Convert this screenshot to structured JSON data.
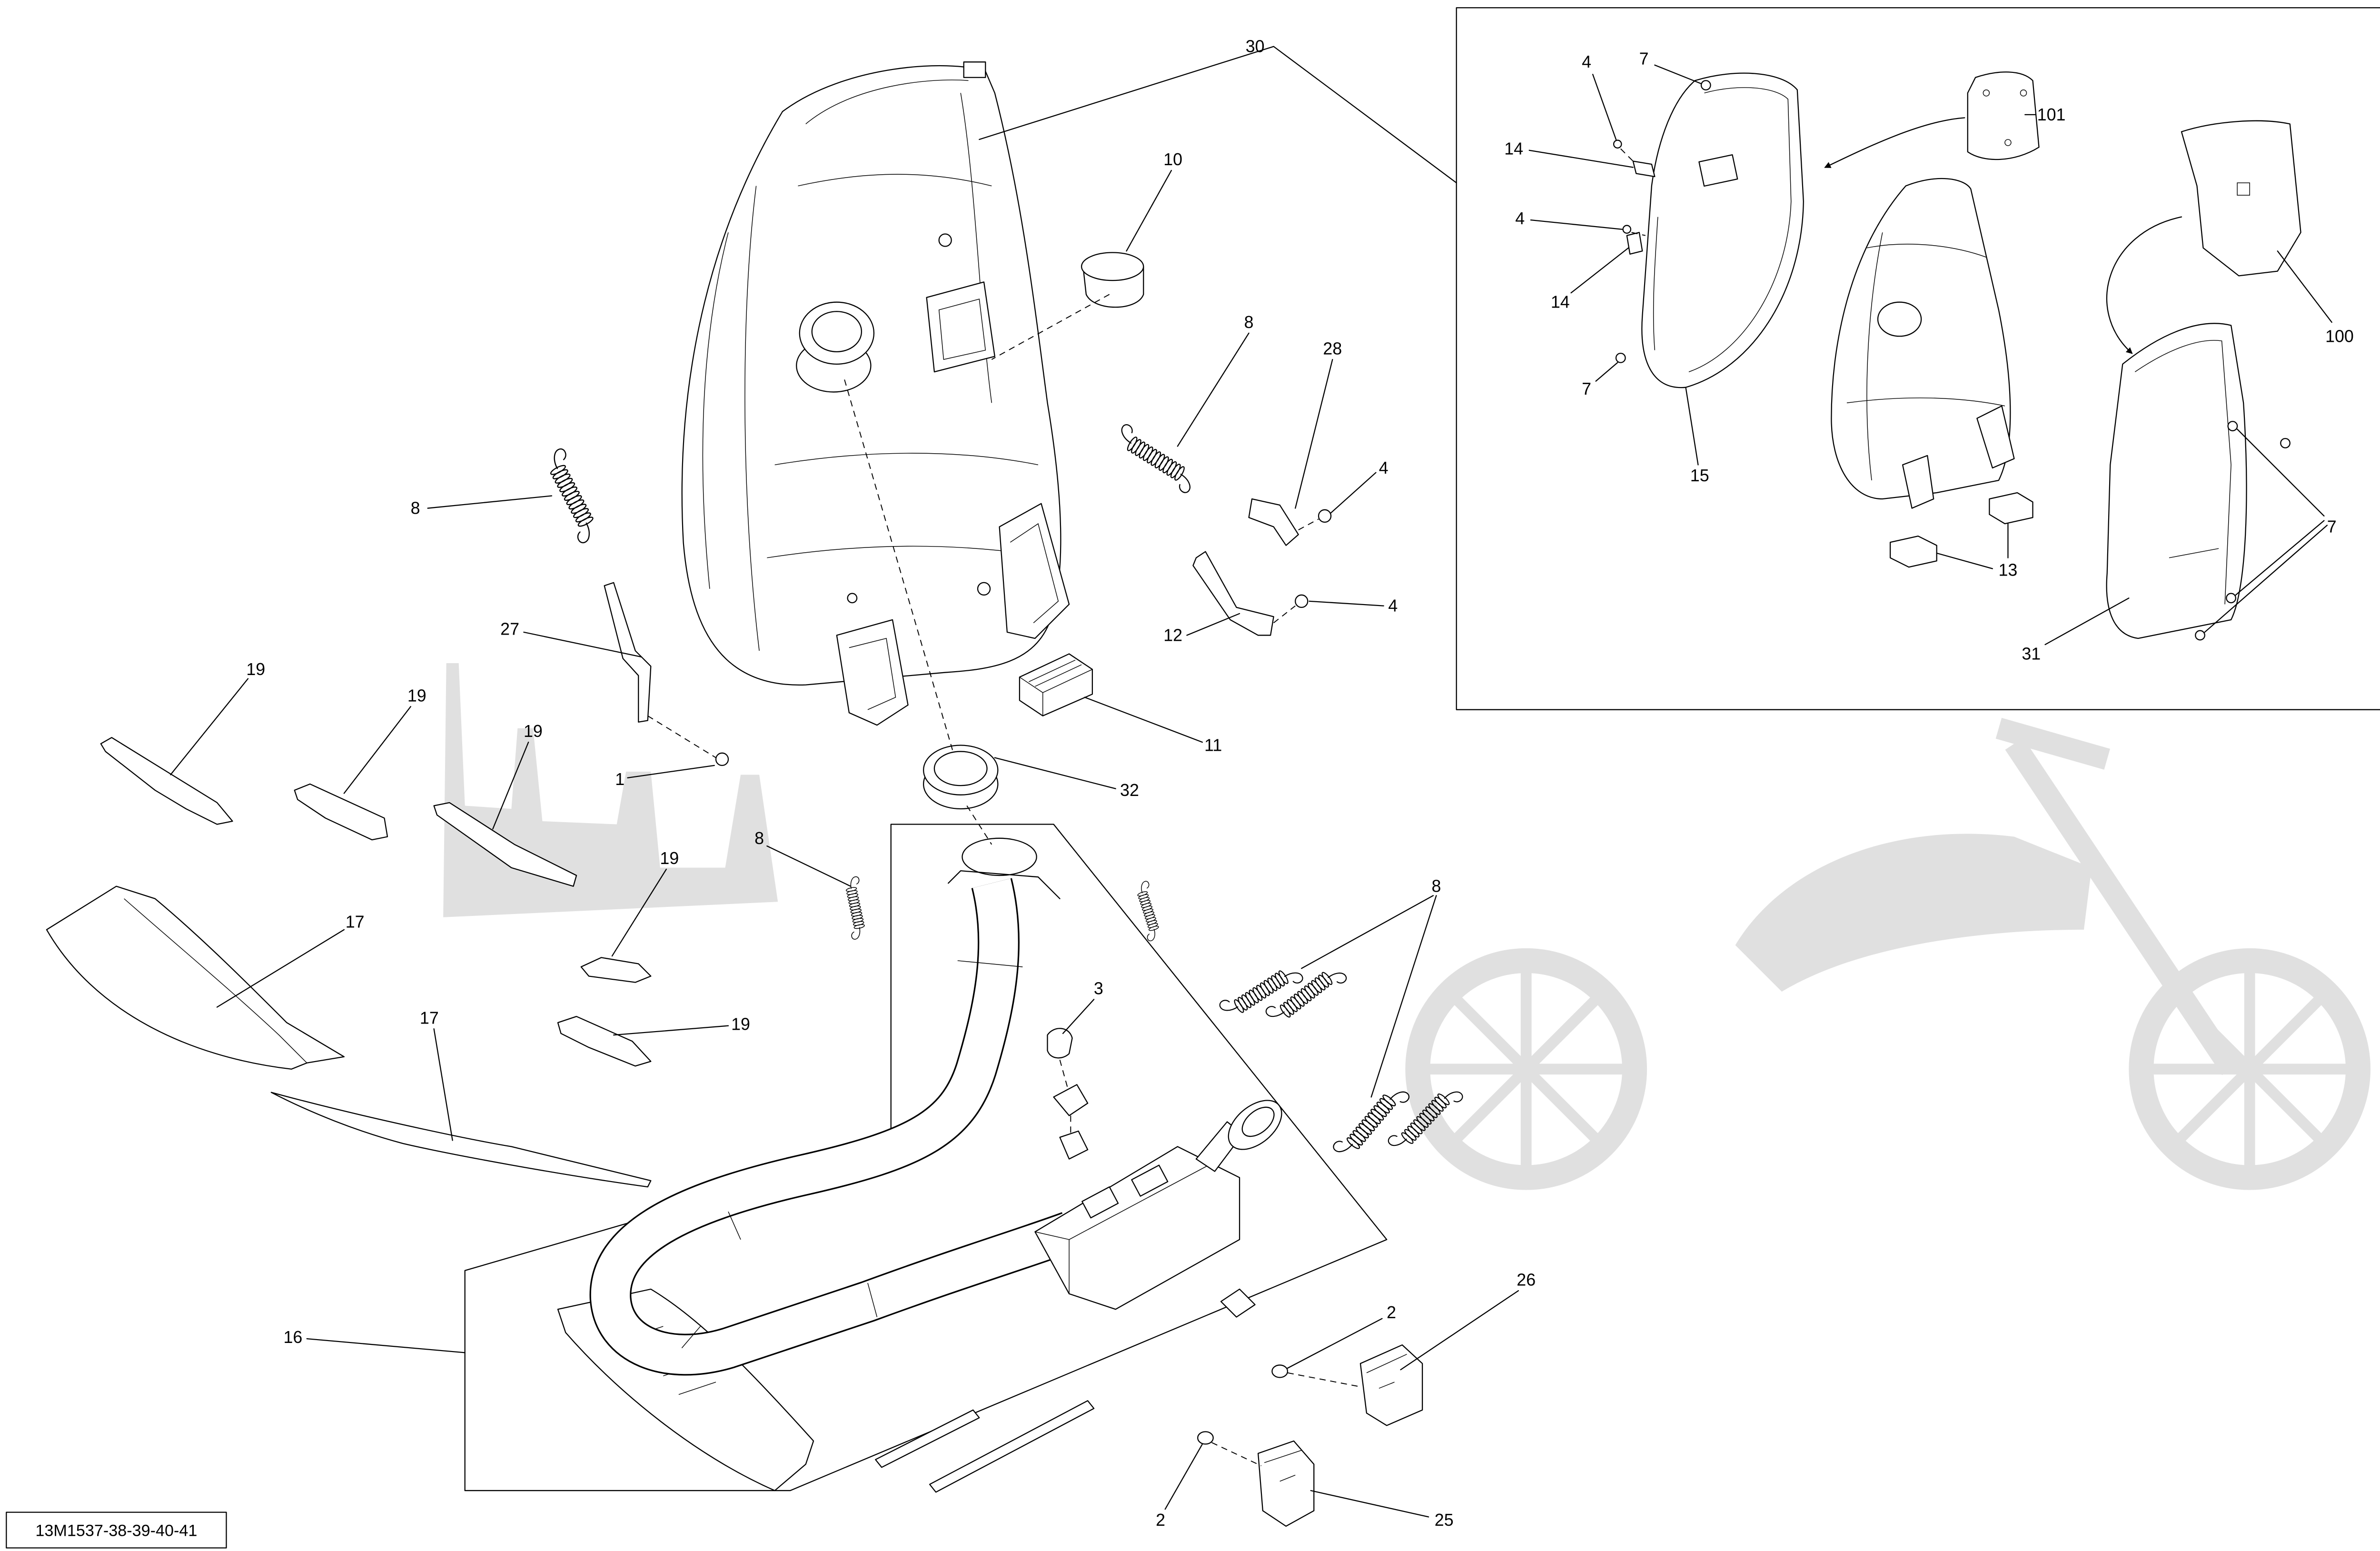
{
  "diagram": {
    "reference_code": "13M1537-38-39-40-41",
    "callouts_main": [
      "30",
      "10",
      "8",
      "28",
      "4",
      "8",
      "27",
      "12",
      "4",
      "19",
      "19",
      "19",
      "11",
      "1",
      "32",
      "8",
      "19",
      "8",
      "17",
      "17",
      "19",
      "3",
      "16",
      "2",
      "26",
      "2",
      "25"
    ],
    "callouts_inset": [
      "4",
      "7",
      "101",
      "14",
      "4",
      "14",
      "7",
      "15",
      "100",
      "13",
      "7",
      "31"
    ]
  },
  "colors": {
    "line": "#000000",
    "background": "#ffffff",
    "watermark": "#e0e0e0"
  }
}
